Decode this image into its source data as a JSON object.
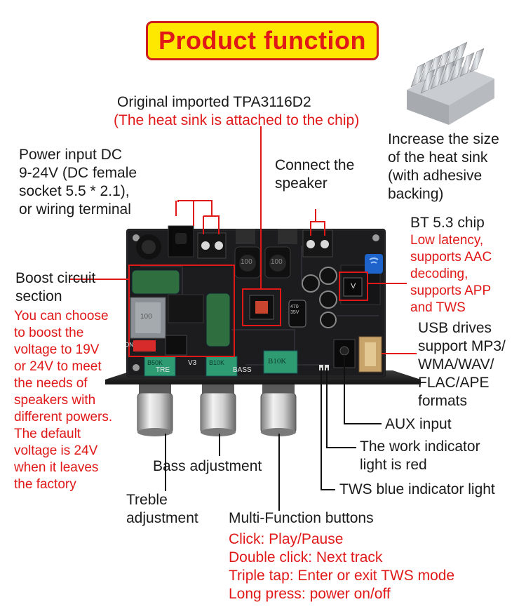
{
  "title": "Product function",
  "chip": {
    "label": "Original imported TPA3116D2",
    "note": "(The heat sink is attached to the chip)"
  },
  "heatsink": {
    "lines": [
      "Increase the size",
      "of the heat sink",
      "(with adhesive",
      "backing)"
    ]
  },
  "power": {
    "lines": [
      "Power input DC",
      "9-24V (DC female",
      "socket 5.5 * 2.1),",
      "or wiring terminal"
    ]
  },
  "speaker": {
    "lines": [
      "Connect the",
      "speaker"
    ]
  },
  "bt": {
    "label": "BT 5.3 chip",
    "notes": [
      "Low latency,",
      "supports AAC",
      "decoding,",
      "supports APP",
      "and TWS"
    ]
  },
  "boost": {
    "label_lines": [
      "Boost circuit",
      "section"
    ],
    "notes": [
      "You can choose",
      "to boost the",
      "voltage to 19V",
      "or 24V to meet",
      "the needs of",
      "speakers with",
      "different powers.",
      "The default",
      "voltage is 24V",
      "when it leaves",
      "the factory"
    ]
  },
  "usb": {
    "lines": [
      "USB drives",
      "support MP3/",
      "WMA/WAV/",
      "FLAC/APE",
      "formats"
    ]
  },
  "aux": "AUX input",
  "work_indicator": {
    "lines": [
      "The work indicator",
      "light is red"
    ]
  },
  "tws_light": "TWS blue indicator light",
  "bass": "Bass adjustment",
  "treble": {
    "lines": [
      "Treble",
      "adjustment"
    ]
  },
  "mfb": {
    "label": "Multi-Function buttons",
    "notes": [
      "Click: Play/Pause",
      "Double click: Next track",
      "Triple tap: Enter or exit TWS mode",
      "Long press: power on/off"
    ]
  },
  "board": {
    "knob_labels": [
      "TRE",
      "V3",
      "BASS"
    ],
    "pot_labels": [
      "B50K",
      "B10K",
      "B10K"
    ],
    "switch_label": "ON",
    "inductor_labels": [
      "100",
      "100"
    ],
    "boost_inductor_label": "100",
    "cap_label": "470\n35V",
    "chip_label": "V"
  },
  "colors": {
    "title_bg": "#ffe800",
    "accent_red": "#e01818",
    "text": "#1a1a1a",
    "pcb": "#1c1c1e"
  },
  "icons": [
    "heatsink-product-icon",
    "bluetooth-antenna-icon"
  ]
}
